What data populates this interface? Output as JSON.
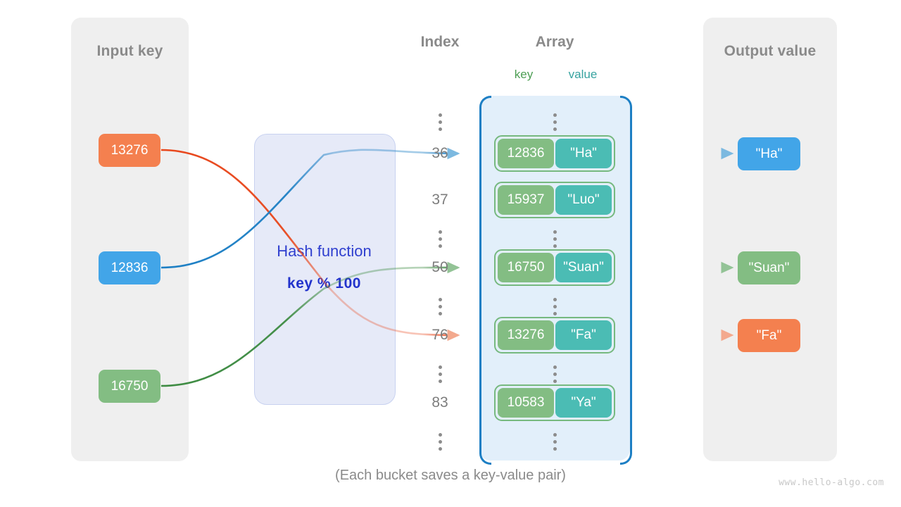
{
  "panels": {
    "input": {
      "title": "Input key"
    },
    "output": {
      "title": "Output value"
    }
  },
  "columns": {
    "index_title": "Index",
    "array_title": "Array",
    "key_label": "key",
    "value_label": "value"
  },
  "hash": {
    "label": "Hash function",
    "formula": "key % 100"
  },
  "input_keys": [
    {
      "text": "13276",
      "color": "#f4804f"
    },
    {
      "text": "12836",
      "color": "#42a5e8"
    },
    {
      "text": "16750",
      "color": "#83bd83"
    }
  ],
  "output_values": [
    {
      "text": "\"Ha\"",
      "color": "#42a5e8"
    },
    {
      "text": "\"Suan\"",
      "color": "#83bd83"
    },
    {
      "text": "\"Fa\"",
      "color": "#f4804f"
    }
  ],
  "array_rows": [
    {
      "kind": "dots"
    },
    {
      "kind": "bucket",
      "index": "36",
      "key": "12836",
      "value": "\"Ha\""
    },
    {
      "kind": "bucket",
      "index": "37",
      "key": "15937",
      "value": "\"Luo\""
    },
    {
      "kind": "dots"
    },
    {
      "kind": "bucket",
      "index": "50",
      "key": "16750",
      "value": "\"Suan\""
    },
    {
      "kind": "dots"
    },
    {
      "kind": "bucket",
      "index": "76",
      "key": "13276",
      "value": "\"Fa\""
    },
    {
      "kind": "dots"
    },
    {
      "kind": "bucket",
      "index": "83",
      "key": "10583",
      "value": "\"Ya\""
    },
    {
      "kind": "dots"
    }
  ],
  "caption": "(Each bucket saves a key-value pair)",
  "watermark": "www.hello-algo.com",
  "colors": {
    "orange": "#f4804f",
    "orange_line": "#e8471c",
    "blue": "#42a5e8",
    "blue_line": "#1d7fc4",
    "green": "#83bd83",
    "green_line": "#3d8b42",
    "teal": "#4bbcb4",
    "panel_gray": "#efefef",
    "array_fill": "#e2effa",
    "hash_fill": "#e6eaf8",
    "hash_text": "#2233cc",
    "title_gray": "#8a8a8a"
  }
}
